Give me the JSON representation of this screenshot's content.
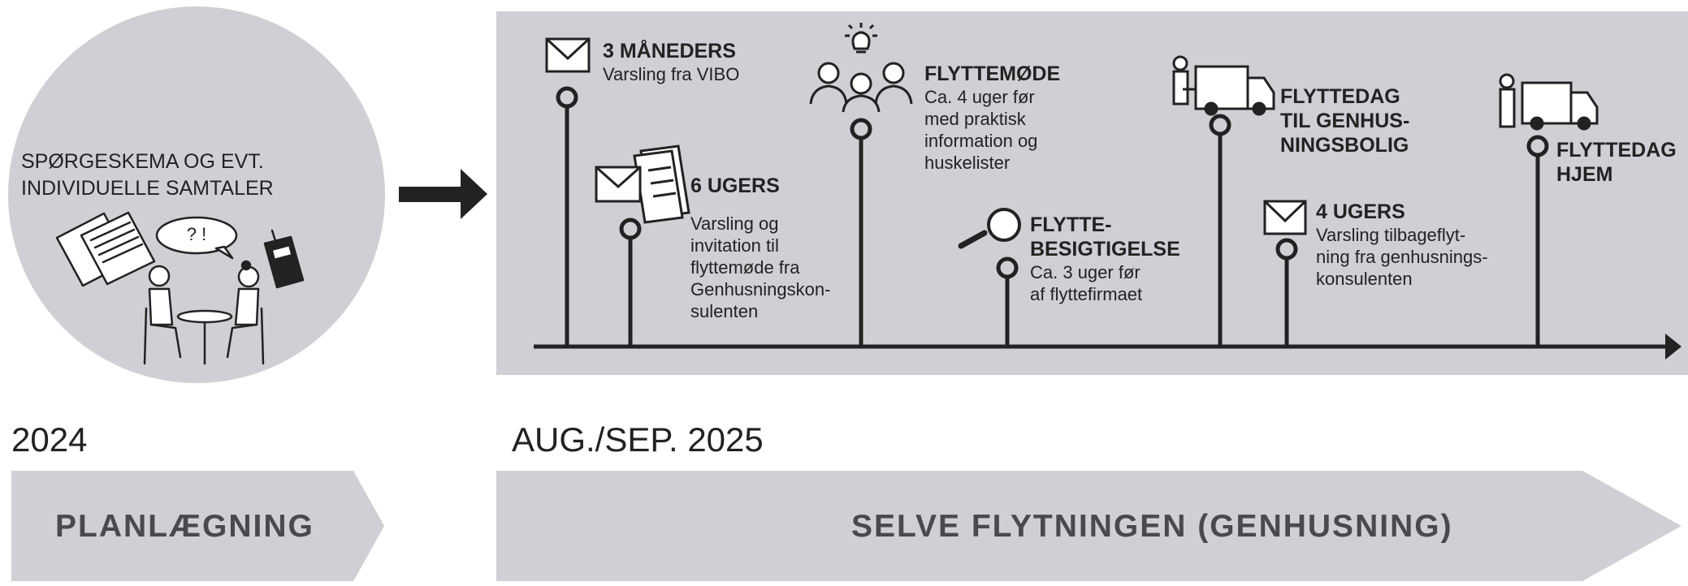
{
  "colors": {
    "panel": "#d1ced5",
    "ink": "#222222",
    "phase_text": "#4a4a4e"
  },
  "circle": {
    "caption": "SPØRGESKEMA OG EVT.\nINDIVIDUELLE SAMTALER",
    "speech": "? !"
  },
  "events": [
    {
      "id": "3-maaneders",
      "icon": "envelope-icon",
      "title": "3 MÅNEDERS",
      "body": "Varsling fra VIBO"
    },
    {
      "id": "6-ugers",
      "icon": "envelope-documents-icon",
      "title": "6 UGERS",
      "body": "Varsling og\ninvitation til\nflyttemøde fra\nGenhusningskon-\nsulenten"
    },
    {
      "id": "flyttemoede",
      "icon": "people-idea-icon",
      "title": "FLYTTEMØDE",
      "body": "Ca. 4 uger før\nmed praktisk\ninformation og\nhuskelister"
    },
    {
      "id": "flyttebesigtigelse",
      "icon": "magnifier-icon",
      "title": "FLYTTE-\nBESIGTIGELSE",
      "body": "Ca. 3 uger før\naf flyttefirmaet"
    },
    {
      "id": "flyttedag-genhusning",
      "icon": "mover-truck-icon",
      "title": "FLYTTEDAG\nTIL GENHUS-\nNINGSBOLIG",
      "body": ""
    },
    {
      "id": "4-ugers",
      "icon": "envelope-icon",
      "title": "4 UGERS",
      "body": "Varsling tilbageflyt-\nning fra genhusnings-\nkonsulenten"
    },
    {
      "id": "flyttedag-hjem",
      "icon": "mover-truck-icon",
      "title": "FLYTTEDAG\nHJEM",
      "body": ""
    }
  ],
  "years": {
    "left": "2024",
    "right": "AUG./SEP. 2025"
  },
  "phases": {
    "left": "PLANLÆGNING",
    "right": "SELVE FLYTNINGEN (GENHUSNING)"
  }
}
